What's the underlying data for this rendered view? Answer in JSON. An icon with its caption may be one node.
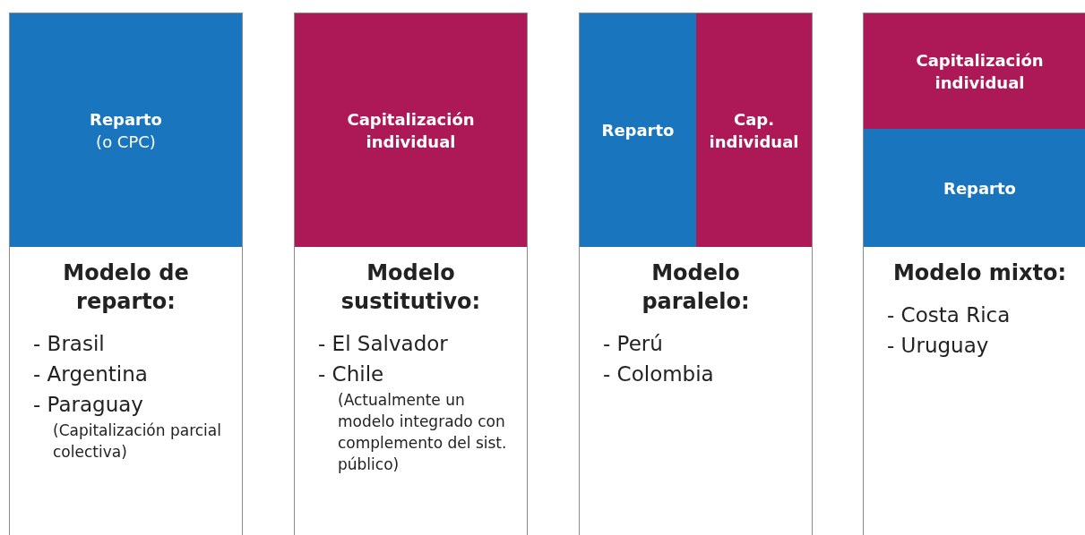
{
  "diagram": {
    "nodes": [
      {
        "text": [
          "Modelo de reparto:",
          "- Brasil",
          "- Argentina",
          "- Paraguay",
          "(Capitalización parcial colectiva)"
        ]
      },
      {
        "text": [
          "Reparto",
          "(o CPC)"
        ],
        "in": 0
      },
      {
        "text": [
          "Modelo sustitutivo:",
          "- El Salvador",
          "- Chile",
          "(Actualmente un modelo integrado con complemento del sist. público)"
        ]
      },
      {
        "text": [
          "Capitalización individual"
        ],
        "in": 2
      },
      {
        "text": [
          "Modelo paralelo:",
          "- Perú",
          "- Colombia"
        ]
      },
      {
        "text": [
          "Reparto"
        ],
        "in": 4
      },
      {
        "text": [
          "Cap. individual"
        ],
        "in": 4
      },
      {
        "text": [
          "Modelo mixto:",
          "- Costa Rica",
          "- Uruguay"
        ]
      },
      {
        "text": [
          "Capitalización individual"
        ],
        "in": 7
      },
      {
        "text": [
          "Reparto"
        ],
        "in": 7
      }
    ]
  }
}
